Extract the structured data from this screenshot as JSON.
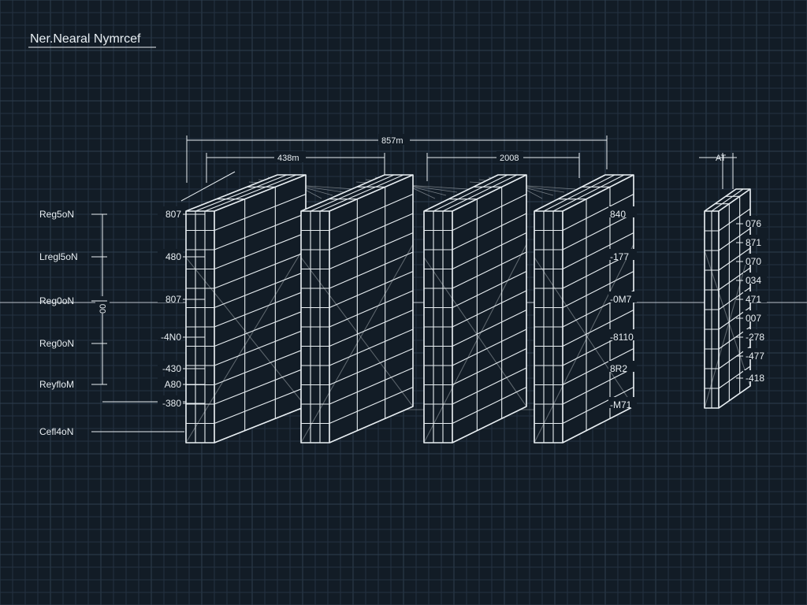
{
  "title": "Ner.Nearal Nymrcef",
  "colors": {
    "background": "#121c26",
    "grid_fine": "#243241",
    "grid_major": "#2e3e4f",
    "line": "#e8eef2"
  },
  "left_labels": [
    "Reg5oN",
    "Lregl5oN",
    "Reg0oN",
    "Reg0oN",
    "ReyfloM",
    "Cefl4oN"
  ],
  "left_values": [
    "807",
    "480",
    "807",
    "-4N0",
    "-430",
    "A80",
    "-380"
  ],
  "mid_values": [
    "840",
    "-177",
    "-0M7",
    "-8110",
    "8R2",
    "-M71"
  ],
  "right_values": [
    "076",
    "871",
    "070",
    "034",
    "471",
    "007",
    "-278",
    "-477",
    "-418"
  ],
  "axis_label": "00",
  "dimensions": {
    "overall": "857m",
    "left_span": "438m",
    "right_span": "2008",
    "far_right": "AT"
  }
}
